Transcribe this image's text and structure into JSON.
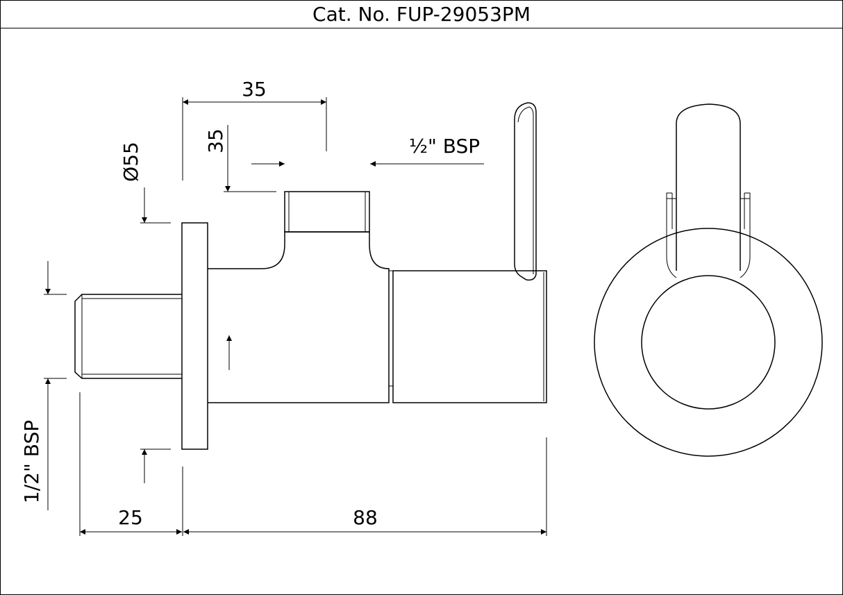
{
  "title": "Cat. No. FUP-29053PM",
  "dimensions": {
    "top_width": "35",
    "vertical_offset": "35",
    "flange_diameter": "Ø55",
    "outlet_thread": "½\" BSP",
    "inlet_thread": "1/2\" BSP",
    "inlet_length": "25",
    "body_length": "88"
  }
}
